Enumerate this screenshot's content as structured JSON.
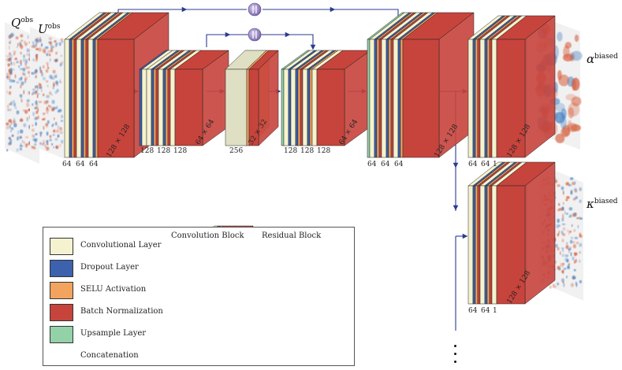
{
  "colors": {
    "conv": "#f5f2cf",
    "dropout": "#3c62ad",
    "selu": "#f2a35e",
    "batchnorm": "#c7443c",
    "upsample": "#93d1a8",
    "concat": "#8a78b8",
    "arrow": "#2b3b8f",
    "bottleneck": "#dfe0c3"
  },
  "inputs": {
    "q_label": "Q",
    "q_sup": "obs",
    "u_label": "U",
    "u_sup": "obs"
  },
  "outputs": {
    "alpha_label": "α",
    "alpha_sup": "biased",
    "kappa_label": "κ",
    "kappa_sup": "biased"
  },
  "blocks": [
    {
      "id": "b1",
      "channels": [
        "64",
        "64",
        "64"
      ],
      "size": "128 × 128"
    },
    {
      "id": "b2",
      "channels": [
        "128",
        "128",
        "128"
      ],
      "size": "64 × 64"
    },
    {
      "id": "b3",
      "channels": [
        "256"
      ],
      "size": "32 × 32"
    },
    {
      "id": "b4",
      "channels": [
        "128",
        "128",
        "128"
      ],
      "size": "64 × 64"
    },
    {
      "id": "b5",
      "channels": [
        "64",
        "64",
        "64"
      ],
      "size": "128 × 128"
    },
    {
      "id": "b6",
      "channels": [
        "64",
        "64",
        "1"
      ],
      "size": "128 × 128"
    },
    {
      "id": "b7",
      "channels": [
        "64",
        "64",
        "1"
      ],
      "size": "128 × 128"
    }
  ],
  "legend": {
    "items": [
      {
        "label": "Convolutional Layer",
        "color_key": "conv"
      },
      {
        "label": "Dropout Layer",
        "color_key": "dropout"
      },
      {
        "label": "SELU Activation",
        "color_key": "selu"
      },
      {
        "label": "Batch Normalization",
        "color_key": "batchnorm"
      },
      {
        "label": "Upsample Layer",
        "color_key": "upsample"
      },
      {
        "label": "Concatenation",
        "color_key": "concat"
      }
    ],
    "conv_block_title": "Convolution Block",
    "residual_block_title": "Residual Block"
  }
}
